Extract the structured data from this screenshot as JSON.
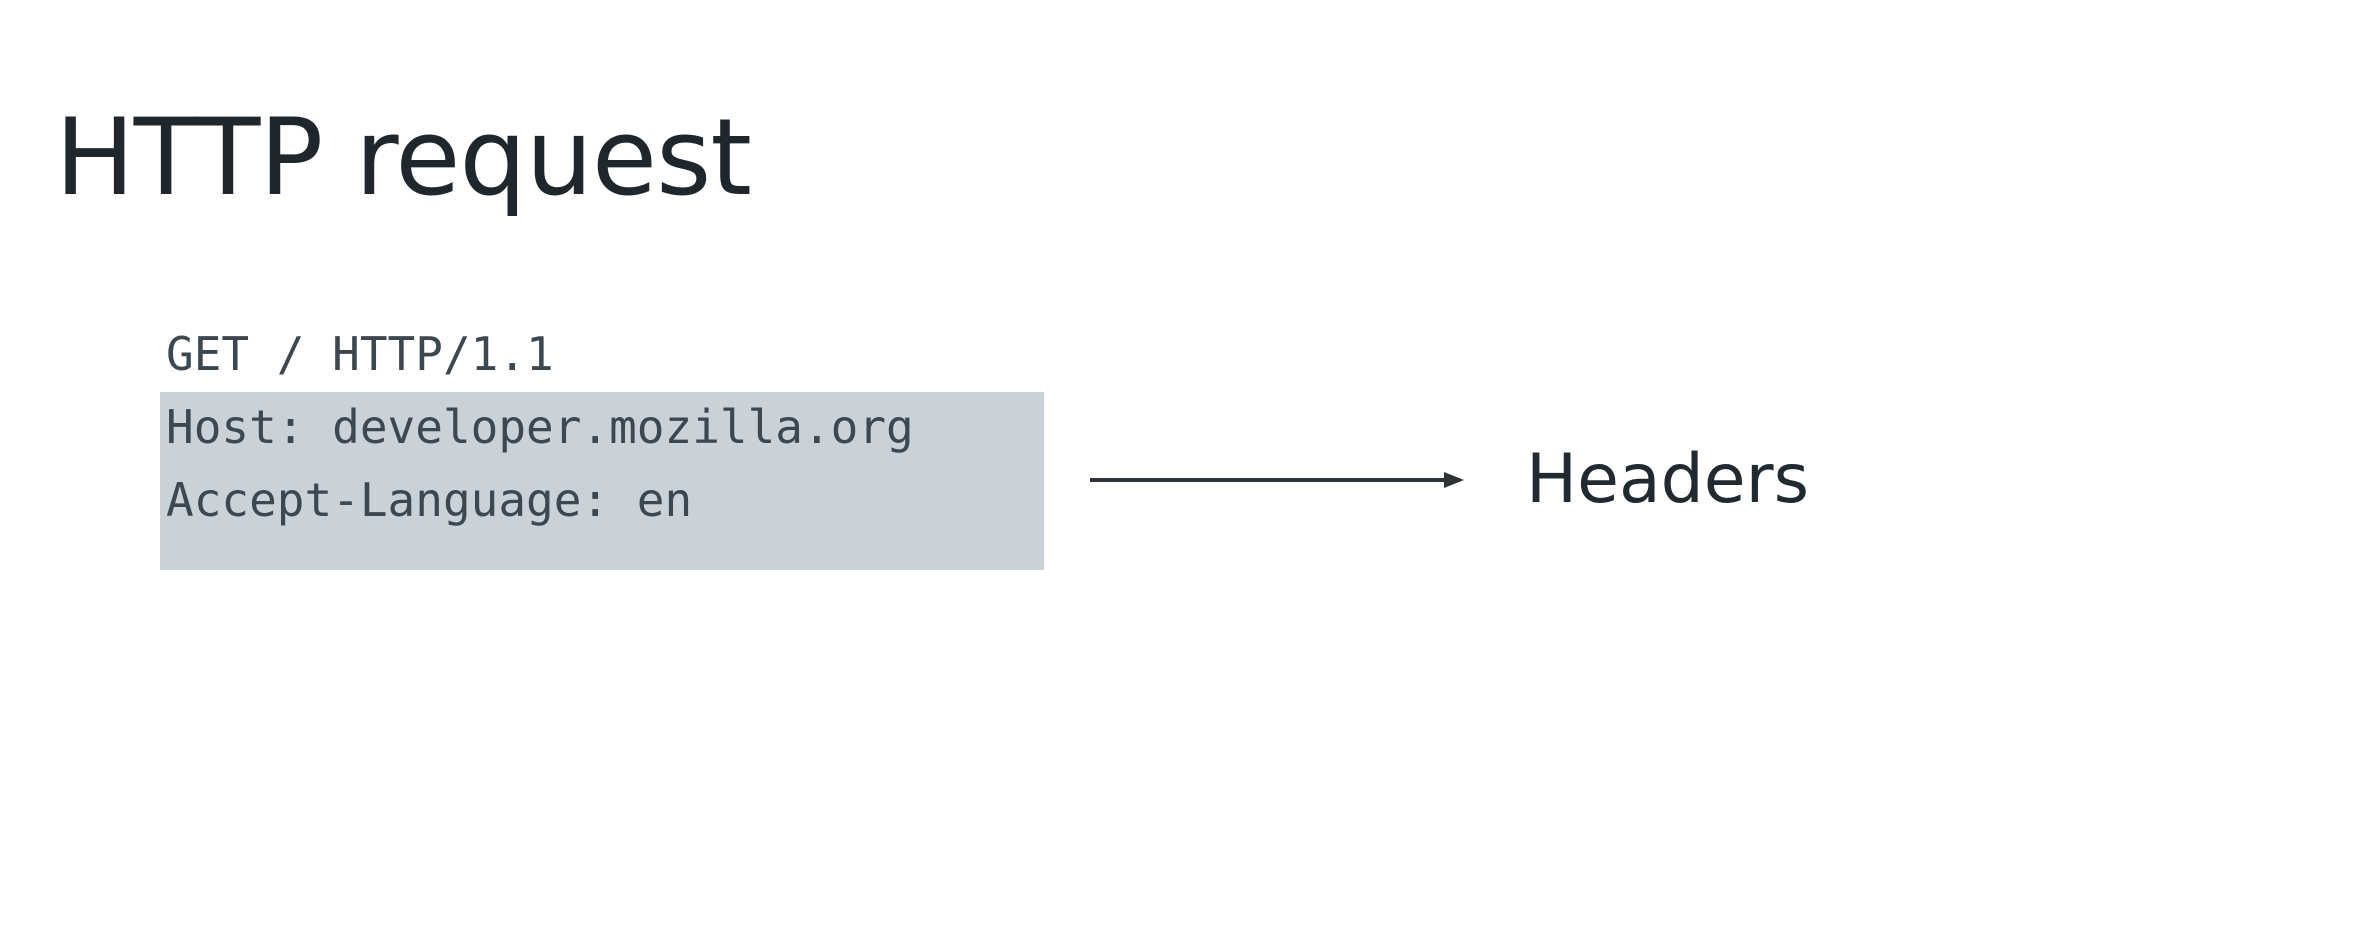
{
  "title": "HTTP request",
  "request": {
    "request_line": "GET / HTTP/1.1",
    "headers": [
      "Host: developer.mozilla.org",
      "Accept-Language: en"
    ]
  },
  "callout": {
    "label": "Headers"
  },
  "colors": {
    "highlight": "#c9d1d9",
    "text": "#222a31",
    "code_text": "#3d4750",
    "arrow": "#2b3238"
  }
}
